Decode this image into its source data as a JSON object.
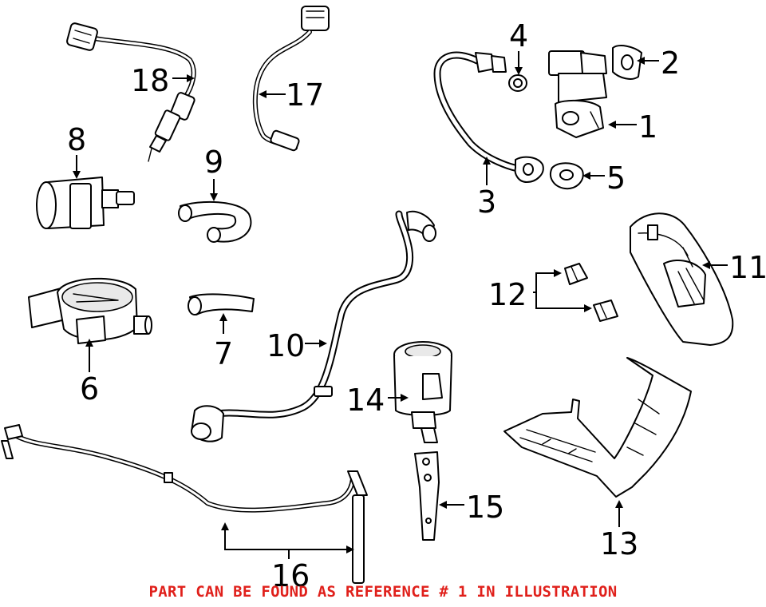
{
  "callouts": {
    "c1": "1",
    "c2": "2",
    "c3": "3",
    "c4": "4",
    "c5": "5",
    "c6": "6",
    "c7": "7",
    "c8": "8",
    "c9": "9",
    "c10": "10",
    "c11": "11",
    "c12": "12",
    "c13": "13",
    "c14": "14",
    "c15": "15",
    "c16": "16",
    "c17": "17",
    "c18": "18"
  },
  "footer": {
    "note": "PART CAN BE FOUND AS REFERENCE # 1 IN ILLUSTRATION",
    "note_color": "#e0201b"
  }
}
